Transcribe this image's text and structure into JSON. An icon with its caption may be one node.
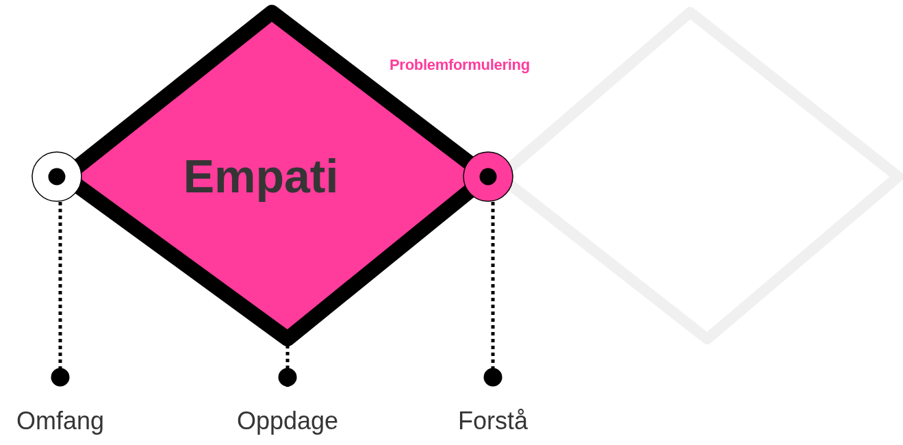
{
  "diagram": {
    "nodes": [
      {
        "text": [
          "Empati"
        ]
      },
      {
        "text": [],
        "shape": "diamond"
      },
      {
        "text": [],
        "shape": "circle"
      },
      {
        "text": [],
        "shape": "circle"
      },
      {
        "text": [
          "Omfang"
        ]
      },
      {
        "text": [
          "Oppdage"
        ]
      },
      {
        "text": [
          "Forstå"
        ]
      }
    ],
    "edges": [
      {
        "from": 2,
        "to": 4,
        "arrow": "other",
        "style": "dashed"
      },
      {
        "from": 0,
        "to": 5,
        "arrow": "other",
        "style": "dashed"
      },
      {
        "from": 3,
        "to": 6,
        "arrow": "other",
        "style": "dashed"
      }
    ],
    "labels": [
      "Problemformulering"
    ]
  }
}
